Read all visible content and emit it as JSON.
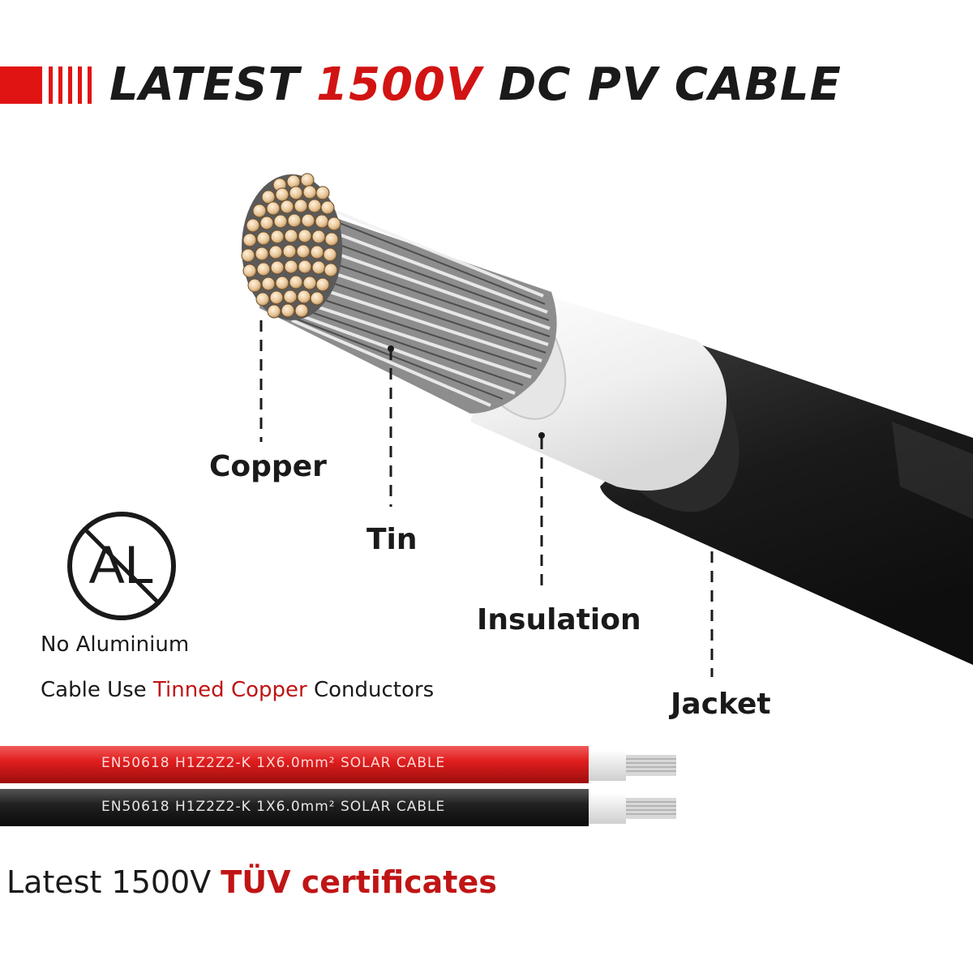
{
  "header": {
    "title_prefix": "LATEST ",
    "title_accent": "1500V",
    "title_suffix": " DC PV CABLE"
  },
  "labels": {
    "copper": "Copper",
    "tin": "Tin",
    "insulation": "Insulation",
    "jacket": "Jacket"
  },
  "badge": {
    "text": "AL"
  },
  "notes": {
    "no_aluminium": "No Aluminium",
    "line2_prefix": "Cable Use ",
    "line2_accent": "Tinned Copper",
    "line2_suffix": " Conductors"
  },
  "cables": {
    "red_print": "EN50618  H1Z2Z2-K  1X6.0mm²  SOLAR CABLE",
    "black_print": "EN50618  H1Z2Z2-K  1X6.0mm²  SOLAR CABLE"
  },
  "footer": {
    "prefix": "Latest 1500V ",
    "accent": "TÜV certificates"
  },
  "colors": {
    "accent_red": "#d21313",
    "jacket_black": "#1b1b1b",
    "insulation_white": "#f4f4f4",
    "copper_tint": "#e8c9a0"
  },
  "icons": [
    "stripes-logo-icon",
    "no-aluminium-icon"
  ]
}
